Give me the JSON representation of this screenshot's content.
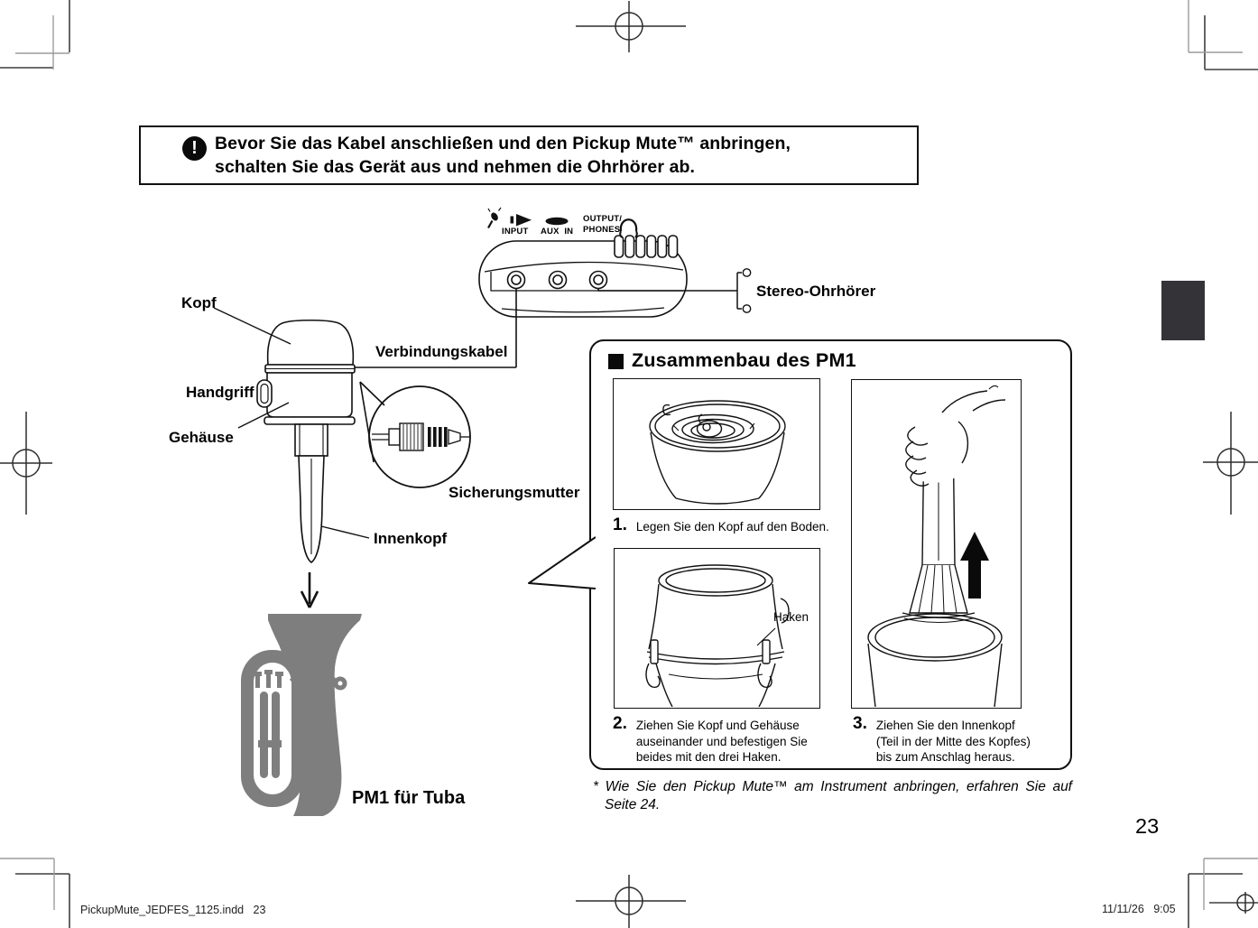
{
  "page": {
    "number": "23",
    "slug_left": "PickupMute_JEDFES_1125.indd   23",
    "slug_right": "11/11/26   9:05"
  },
  "warning": {
    "icon": "!",
    "text": "Bevor Sie das Kabel anschließen und den Pickup Mute™ anbringen,\nschalten Sie das Gerät aus und nehmen die Ohrhörer ab."
  },
  "control_unit": {
    "input_label": "INPUT",
    "aux_label": "AUX  IN",
    "output_label": "OUTPUT/\nPHONES",
    "earphone_label": "Stereo-Ohrhörer"
  },
  "mute_parts": {
    "kopf": "Kopf",
    "handgriff": "Handgriff",
    "gehaeuse": "Gehäuse",
    "verbindungskabel": "Verbindungskabel",
    "sicherungsmutter": "Sicherungsmutter",
    "innenkopf": "Innenkopf"
  },
  "tuba": {
    "caption": "PM1 für Tuba"
  },
  "assembly": {
    "title_bullet_icon": "black-square-bullet",
    "title": "Zusammenbau des PM1",
    "haken_label": "Haken",
    "steps": [
      {
        "num": "1.",
        "text": "Legen Sie den Kopf auf den Boden."
      },
      {
        "num": "2.",
        "text": "Ziehen Sie Kopf und Gehäuse\nauseinander und befestigen Sie\nbeides mit den drei Haken."
      },
      {
        "num": "3.",
        "text": "Ziehen Sie den Innenkopf\n(Teil in der Mitte des Kopfes)\nbis zum Anschlag heraus."
      }
    ],
    "footnote": "* Wie Sie den Pickup Mute™ am Instrument anbringen, erfahren Sie auf Seite 24."
  },
  "colors": {
    "tuba_gray": "#7e7e7e",
    "tab_dark": "#343438",
    "line_black": "#111111"
  }
}
